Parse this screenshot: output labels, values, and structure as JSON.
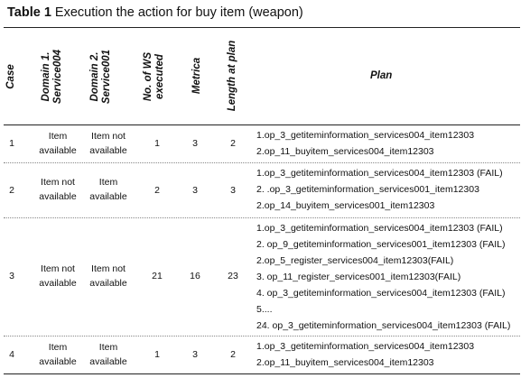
{
  "caption": {
    "label": "Table 1",
    "text": "Execution the action for buy item (weapon)"
  },
  "headers": {
    "case": "Case",
    "domain1": [
      "Domain 1.",
      "Service004"
    ],
    "domain2": [
      "Domain 2.",
      "Service001"
    ],
    "ws": [
      "No. of WS",
      "executed"
    ],
    "metrica": "Metrica",
    "length": "Length at plan",
    "plan": "Plan"
  },
  "rows": [
    {
      "case": "1",
      "d1": [
        "Item",
        "available"
      ],
      "d2": [
        "Item not",
        "available"
      ],
      "ws": "1",
      "metrica": "3",
      "length": "2",
      "plan": [
        "1.op_3_getiteminformation_services004_item12303",
        "2.op_11_buyitem_services004_item12303"
      ]
    },
    {
      "case": "2",
      "d1": [
        "Item not",
        "available"
      ],
      "d2": [
        "Item",
        "available"
      ],
      "ws": "2",
      "metrica": "3",
      "length": "3",
      "plan": [
        "1.op_3_getiteminformation_services004_item12303 (FAIL)",
        "2. .op_3_getiteminformation_services001_item12303",
        "2.op_14_buyitem_services001_item12303"
      ]
    },
    {
      "case": "3",
      "d1": [
        "Item not",
        "available"
      ],
      "d2": [
        "Item not",
        "available"
      ],
      "ws": "21",
      "metrica": "16",
      "length": "23",
      "plan": [
        "1.op_3_getiteminformation_services004_item12303 (FAIL)",
        "2. op_9_getiteminformation_services001_item12303 (FAIL)",
        "2.op_5_register_services004_item12303(FAIL)",
        "3. op_11_register_services001_item12303(FAIL)",
        "4. op_3_getiteminformation_services004_item12303 (FAIL)",
        "5....",
        "24. op_3_getiteminformation_services004_item12303 (FAIL)"
      ]
    },
    {
      "case": "4",
      "d1": [
        "Item",
        "available"
      ],
      "d2": [
        "Item",
        "available"
      ],
      "ws": "1",
      "metrica": "3",
      "length": "2",
      "plan": [
        "1.op_3_getiteminformation_services004_item12303",
        "2.op_11_buyitem_services004_item12303"
      ]
    }
  ]
}
